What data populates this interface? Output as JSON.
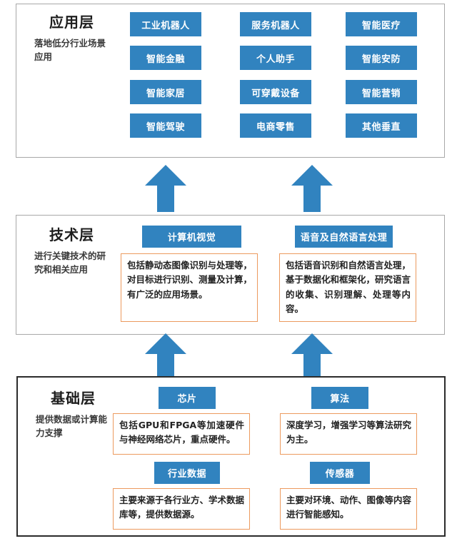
{
  "diagram": {
    "accent_blue": "#3183bf",
    "accent_orange": "#ec9a5e",
    "layers": {
      "application": {
        "title": "应用层",
        "subtitle": "落地低分行业场景应用",
        "columns": [
          [
            "工业机器人",
            "智能金融",
            "智能家居",
            "智能驾驶"
          ],
          [
            "服务机器人",
            "个人助手",
            "可穿戴设备",
            "电商零售"
          ],
          [
            "智能医疗",
            "智能安防",
            "智能营销",
            "其他垂直"
          ]
        ]
      },
      "technology": {
        "title": "技术层",
        "subtitle": "进行关键技术的研究和相关应用",
        "items": [
          {
            "head": "计算机视觉",
            "desc": "包括静动态图像识别与处理等，对目标进行识别、测量及计算，有广泛的应用场景。"
          },
          {
            "head": "语音及自然语言处理",
            "desc": "包括语音识别和自然语言处理，基于数据化和框架化，研究语言的收集、识别理解、处理等内容。"
          }
        ]
      },
      "foundation": {
        "title": "基础层",
        "subtitle": "提供数据或计算能力支撑",
        "items": [
          {
            "head": "芯片",
            "desc": "包括GPU和FPGA等加速硬件与神经网络芯片，重点硬件。"
          },
          {
            "head": "算法",
            "desc": "深度学习，增强学习等算法研究为主。"
          },
          {
            "head": "行业数据",
            "desc": "主要来源于各行业方、学术数据库等，提供数据源。"
          },
          {
            "head": "传感器",
            "desc": "主要对环境、动作、图像等内容进行智能感知。"
          }
        ]
      }
    },
    "arrows": {
      "app_left": "up-arrow",
      "app_right": "up-arrow",
      "tech_left": "up-arrow",
      "tech_right": "up-arrow"
    }
  }
}
